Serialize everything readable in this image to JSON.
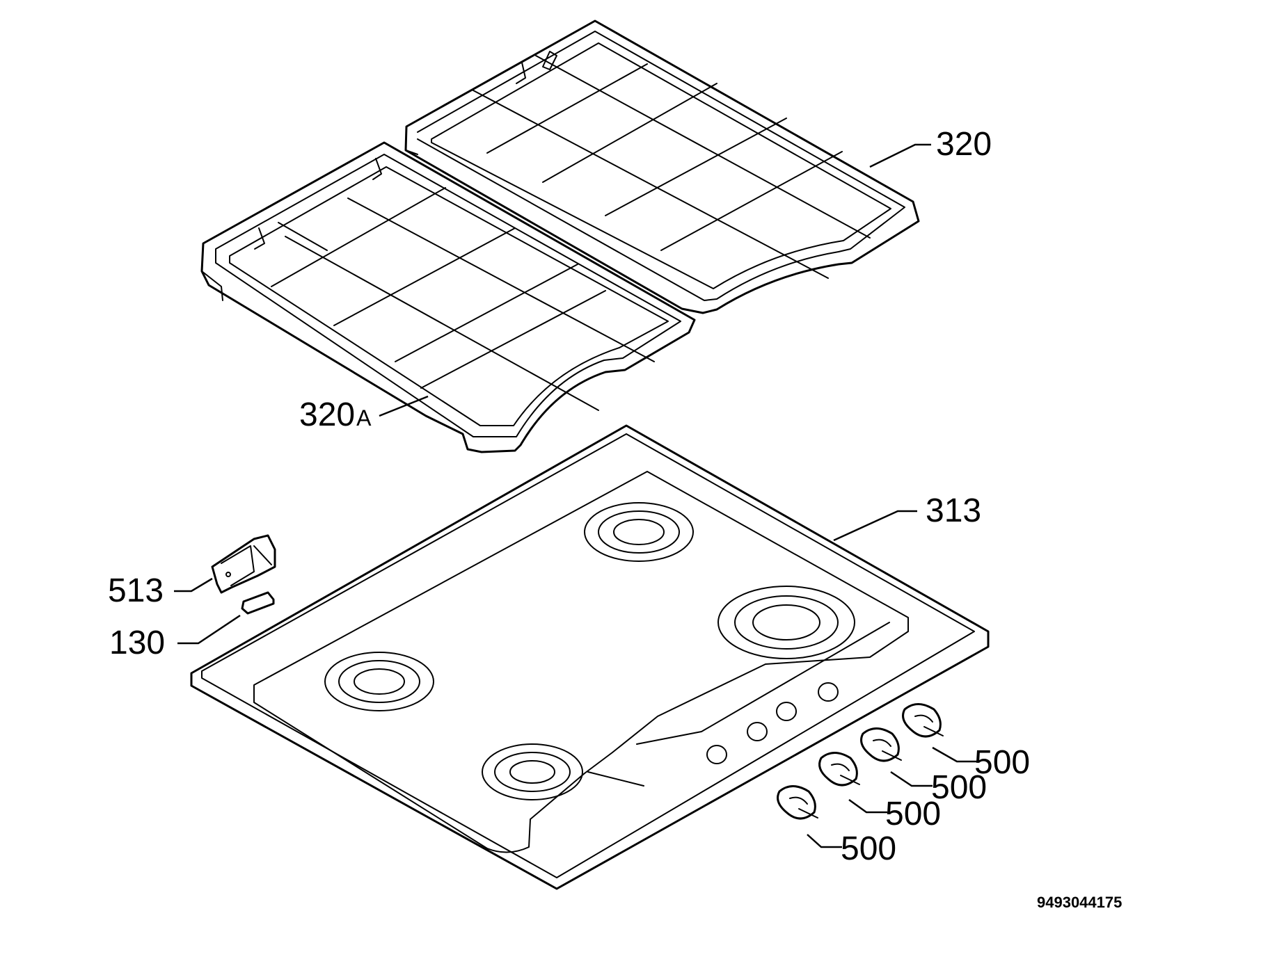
{
  "callouts": {
    "grid_right": "320",
    "grid_left_num": "320",
    "grid_left_suffix": "A",
    "hob_top": "313",
    "bracket": "513",
    "clip": "130",
    "knob_1": "500",
    "knob_2": "500",
    "knob_3": "500",
    "knob_4": "500"
  },
  "document_number": "9493044175"
}
